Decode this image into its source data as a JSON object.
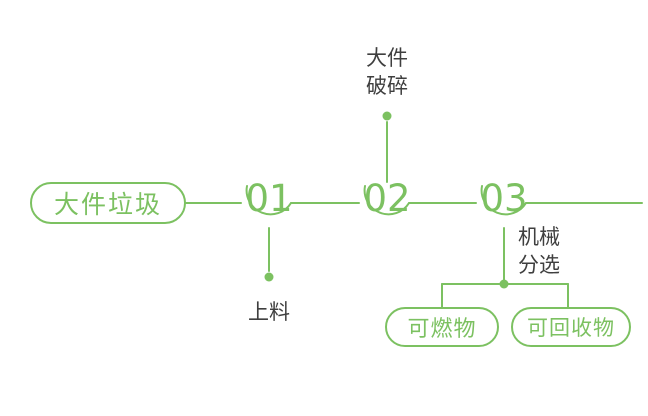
{
  "colors": {
    "green": "#7cc161",
    "text": "#3f3f3f",
    "background": "#ffffff"
  },
  "diagram": {
    "source_label": "大件垃圾",
    "steps": [
      {
        "number": "01",
        "caption": "上料"
      },
      {
        "number": "02",
        "caption": "大件\n破碎"
      },
      {
        "number": "03",
        "caption": "机械\n分选"
      }
    ],
    "outputs": [
      {
        "label": "可燃物"
      },
      {
        "label": "可回收物"
      }
    ]
  }
}
